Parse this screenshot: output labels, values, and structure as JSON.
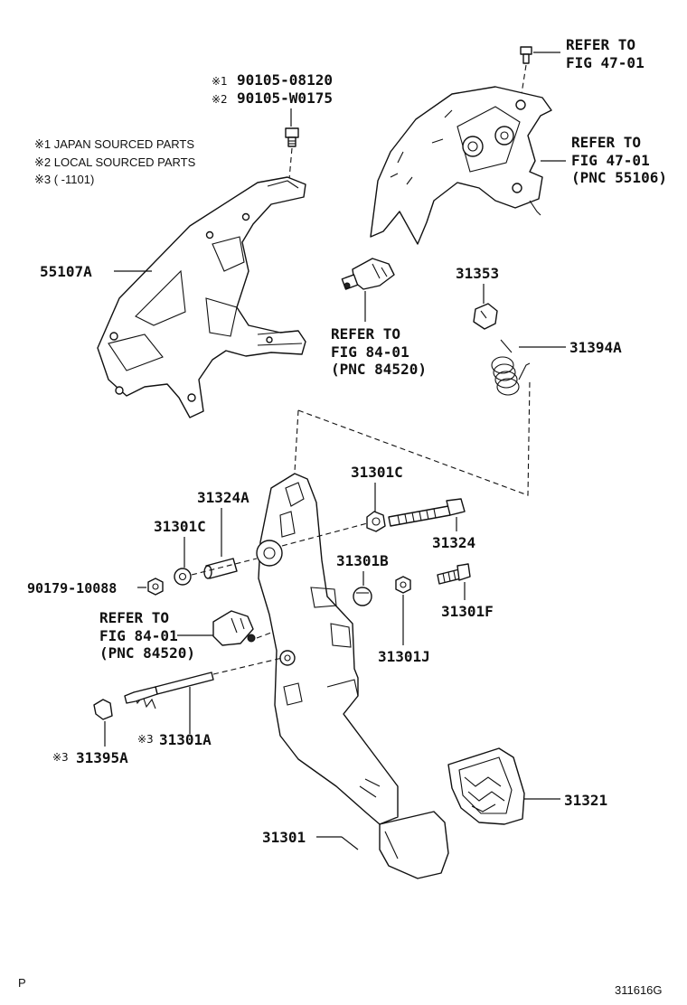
{
  "notes": {
    "line1": "※1 JAPAN SOURCED PARTS",
    "line2": "※2 LOCAL SOURCED PARTS",
    "line3": "※3 (        -1101)"
  },
  "bolt_top": {
    "mark1": "※1",
    "part1": "90105-08120",
    "mark2": "※2",
    "part2": "90105-W0175"
  },
  "refer_top_right": {
    "line1": "REFER TO",
    "line2": "FIG 47-01"
  },
  "refer_support": {
    "line1": "REFER TO",
    "line2": "FIG 47-01",
    "line3": "(PNC 55106)"
  },
  "refer_switch_upper": {
    "line1": "REFER TO",
    "line2": "FIG 84-01",
    "line3": "(PNC 84520)"
  },
  "refer_switch_lower": {
    "line1": "REFER TO",
    "line2": "FIG 84-01",
    "line3": "(PNC 84520)"
  },
  "parts": {
    "p55107A": "55107A",
    "p31353": "31353",
    "p31394A": "31394A",
    "p31301C_right": "31301C",
    "p31324A": "31324A",
    "p31301C_left": "31301C",
    "p31324": "31324",
    "p31301B": "31301B",
    "p90179": "90179-10088",
    "p31301F": "31301F",
    "p31301J": "31301J",
    "p31301A_mark": "※3",
    "p31301A": "31301A",
    "p31395A_mark": "※3",
    "p31395A": "31395A",
    "p31321": "31321",
    "p31301": "31301"
  },
  "footer": {
    "left": "P",
    "right": "311616G"
  }
}
